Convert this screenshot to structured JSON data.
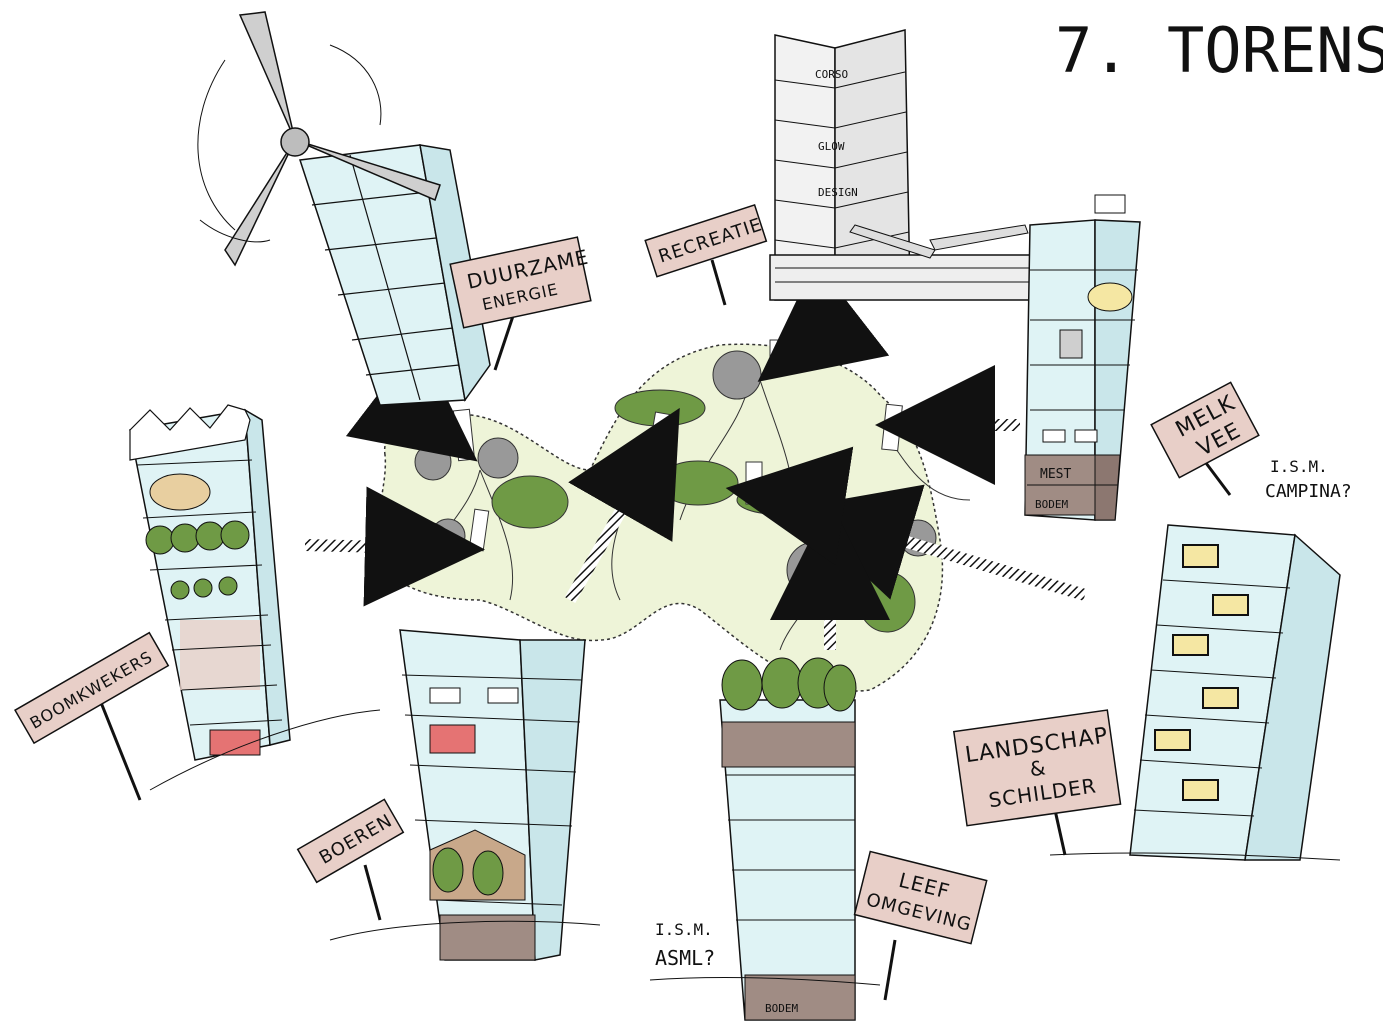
{
  "title": "7. TORENS",
  "colors": {
    "sky_blue": "#dff3f5",
    "sign_pink": "#e8cfc8",
    "blob_green": "#eef4d8",
    "tree_green": "#6f9a45",
    "soil_brown": "#a08c84",
    "gray": "#9b9b9b",
    "outline": "#1a1a1a"
  },
  "signs": {
    "duurzame_energie": {
      "line1": "DUURZAME",
      "line2": "ENERGIE"
    },
    "recreatie": {
      "line1": "RECREATIE"
    },
    "melkvee": {
      "line1": "MELK",
      "line2": "VEE"
    },
    "boomkwekers": {
      "line1": "BOOMKWEKERS"
    },
    "boeren": {
      "line1": "BOEREN"
    },
    "leefomgeving": {
      "line1": "LEEF",
      "line2": "OMGEVING"
    },
    "landschap": {
      "line1": "LANDSCHAP",
      "line2": "&",
      "line3": "SCHILDER"
    }
  },
  "notes": {
    "campina_1": "I.S.M.",
    "campina_2": "CAMPINA?",
    "asml_1": "I.S.M.",
    "asml_2": "ASML?"
  },
  "tower_labels": {
    "corso": "CORSO",
    "glow": "GLOW",
    "design": "DESIGN",
    "mest": "MEST",
    "bodem_melk": "BODEM",
    "bodem_leef": "BODEM"
  },
  "icons": [
    "wind-turbine-icon",
    "cow-icon",
    "cheese-icon",
    "milk-can-icon",
    "tractor-icon",
    "truck-icon",
    "palette-icon",
    "tree-icon",
    "barn-icon",
    "frame-icon"
  ]
}
